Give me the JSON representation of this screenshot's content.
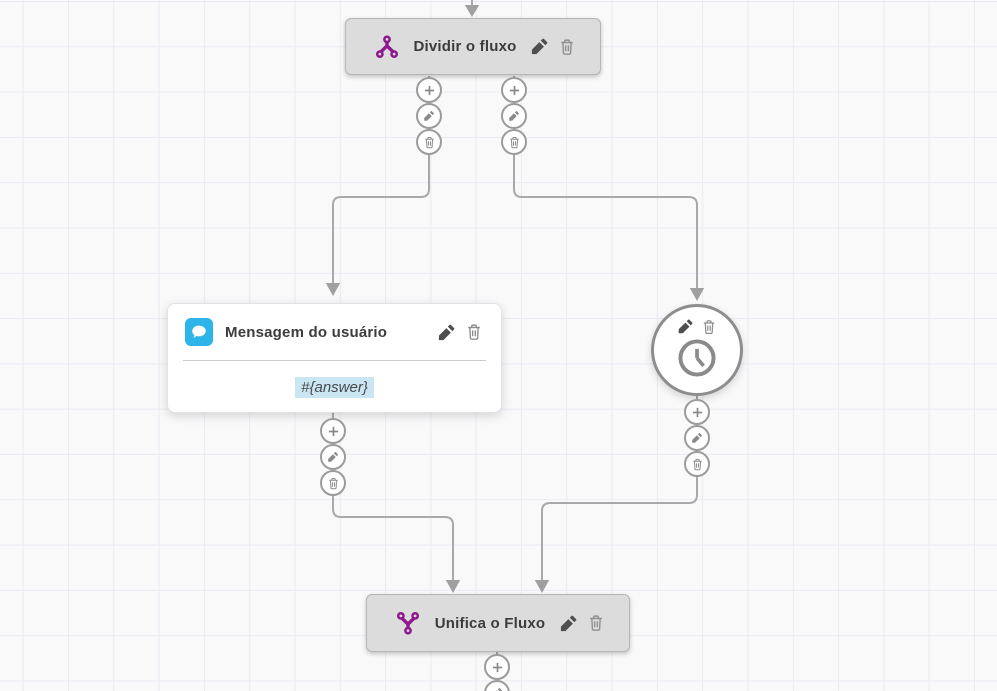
{
  "canvas": {
    "type": "chatbot-flow-builder-grid",
    "background": "#f9f9fa",
    "grid_line_color": "#e9ebf2"
  },
  "colors": {
    "node_accent_purple": "#8e188e",
    "message_icon_cyan": "#2db4e8",
    "variable_highlight_blue": "#c9e6f2",
    "wire_gray": "#a9a9a9",
    "gray_node_background": "#dcdcdc"
  },
  "icons": {
    "split-icon": "branch-split (one dot branching to two)",
    "merge-icon": "branch-merge (two dots joining to one)",
    "chat-bubble-icon": "speech-bubble",
    "clock-icon": "clock",
    "pencil-icon": "edit-pencil",
    "trash-icon": "delete-trash",
    "plus-icon": "+"
  },
  "nodes": {
    "split": {
      "title": "Dividir o fluxo"
    },
    "user_message": {
      "title": "Mensagem do usuário",
      "body": {
        "variable": "#{answer}"
      }
    },
    "timer": {
      "title": ""
    },
    "merge": {
      "title": "Unifica o Fluxo"
    }
  },
  "port_actions": {
    "add": "plus",
    "edit": "pencil",
    "delete": "trash"
  }
}
